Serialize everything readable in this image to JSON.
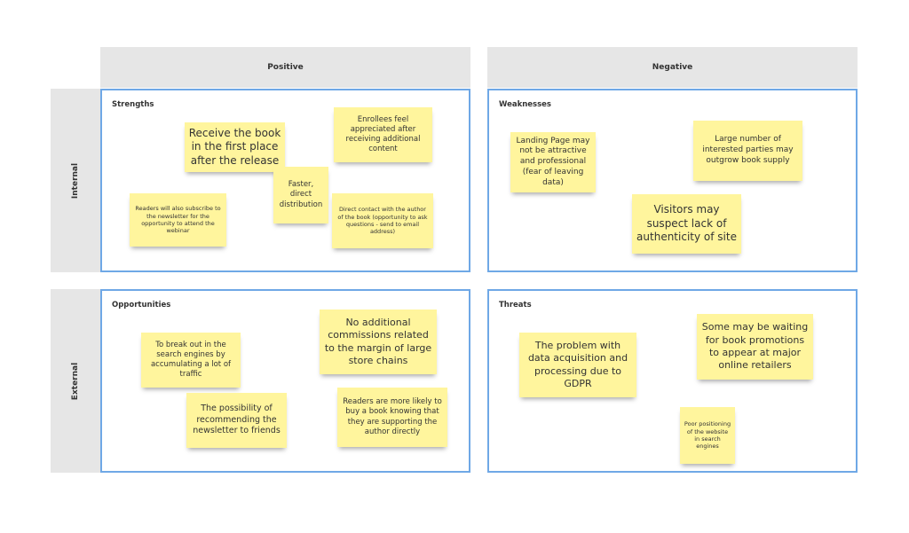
{
  "columns": {
    "positive": "Positive",
    "negative": "Negative"
  },
  "rows": {
    "internal": "Internal",
    "external": "External"
  },
  "quadrants": {
    "strengths": {
      "title": "Strengths",
      "notes": [
        "Receive the book in the first place after the release",
        "Enrollees feel appreciated after receiving additional content",
        "Faster, direct distribution",
        "Readers will also subscribe to the newsletter for the opportunity to attend the webinar",
        "Direct contact with the author of the book (opportunity to ask questions - send to email address)"
      ]
    },
    "weaknesses": {
      "title": "Weaknesses",
      "notes": [
        "Landing Page may not be attractive and professional (fear of leaving data)",
        "Large number of interested parties may outgrow book supply",
        "Visitors may suspect lack of authenticity of site"
      ]
    },
    "opportunities": {
      "title": "Opportunities",
      "notes": [
        "To break out in the search engines by accumulating a lot of traffic",
        "No additional commissions related to the margin of large store chains",
        "The possibility of recommending the newsletter to friends",
        "Readers are more likely to buy a book knowing that they are supporting the author directly"
      ]
    },
    "threats": {
      "title": "Threats",
      "notes": [
        "The problem with data acquisition and processing due to GDPR",
        "Some may be waiting for book promotions to appear at major online retailers",
        "Poor positioning of the website in search engines"
      ]
    }
  },
  "colors": {
    "sticky": "#fff59d",
    "border": "#6fa8e6",
    "header_bg": "#e6e6e6"
  }
}
